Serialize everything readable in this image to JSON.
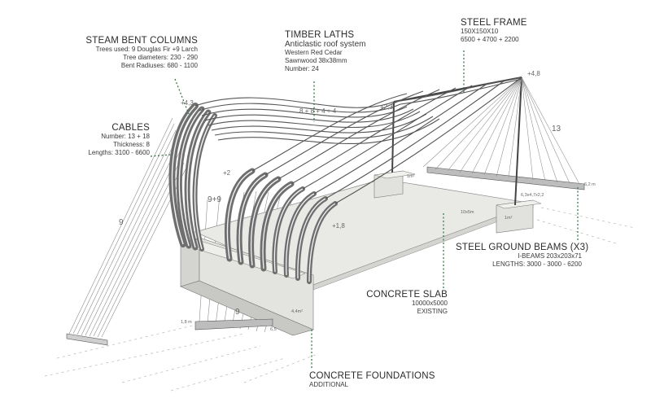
{
  "steam_bent_columns": {
    "title": "STEAM BENT COLUMNS",
    "lines": [
      "Trees used: 9 Douglas Fir +9 Larch",
      "Tree diameters: 230 - 290",
      "Bent Radiuses: 680 - 1100"
    ]
  },
  "timber_laths": {
    "title": "TIMBER LATHS",
    "subtitle": "Anticlastic roof system",
    "lines": [
      "Western Red Cedar",
      "Sawnwood 38x38mm",
      "Number: 24"
    ]
  },
  "steel_frame": {
    "title": "STEEL FRAME",
    "lines": [
      "150X150X10",
      "6500 + 4700 + 2200"
    ]
  },
  "cables": {
    "title": "CABLES",
    "lines": [
      "Number: 13 + 18",
      "Thickness: 8",
      "Lengths: 3100 - 6600"
    ]
  },
  "steel_ground_beams": {
    "title": "STEEL GROUND BEAMS",
    "count": "(x3)",
    "lines": [
      "I-BEAMS 203x203x71",
      "LENGTHS: 3000 - 3000 - 6200"
    ]
  },
  "concrete_slab": {
    "title": "CONCRETE SLAB",
    "lines": [
      "10000x5000",
      "EXISTING"
    ]
  },
  "concrete_foundations": {
    "title": "CONCRETE FOUNDATIONS",
    "lines": [
      "ADDITIONAL"
    ]
  },
  "dimension_marks": {
    "lath_count": "8 + 8 + 4 + 4",
    "level_roof_left": "+4,3",
    "level_roof_mid": "+2,3",
    "level_frame_top": "+4,8",
    "level_column_low": "+1,8",
    "level_column_inner": "+2",
    "cable_count_left": "9",
    "cable_count_middle": "9+9",
    "cable_count_front": "9",
    "cable_count_right": "13",
    "frame_section": "6,3x4,7x2,2",
    "beam_left": "1,8 m",
    "beam_right": "6,5",
    "foundation_tag": "4,4m²",
    "slab_tag": "10x5m",
    "pad_left": "1m²",
    "pad_right": "1m²",
    "beam_end": "6,2 m"
  },
  "colors": {
    "ink": "#2b2b2b",
    "wood": "#6f6f6f",
    "accent": "#2f6f3f",
    "concrete": "#e9e9e6",
    "shadow": "#d4d4d0"
  }
}
